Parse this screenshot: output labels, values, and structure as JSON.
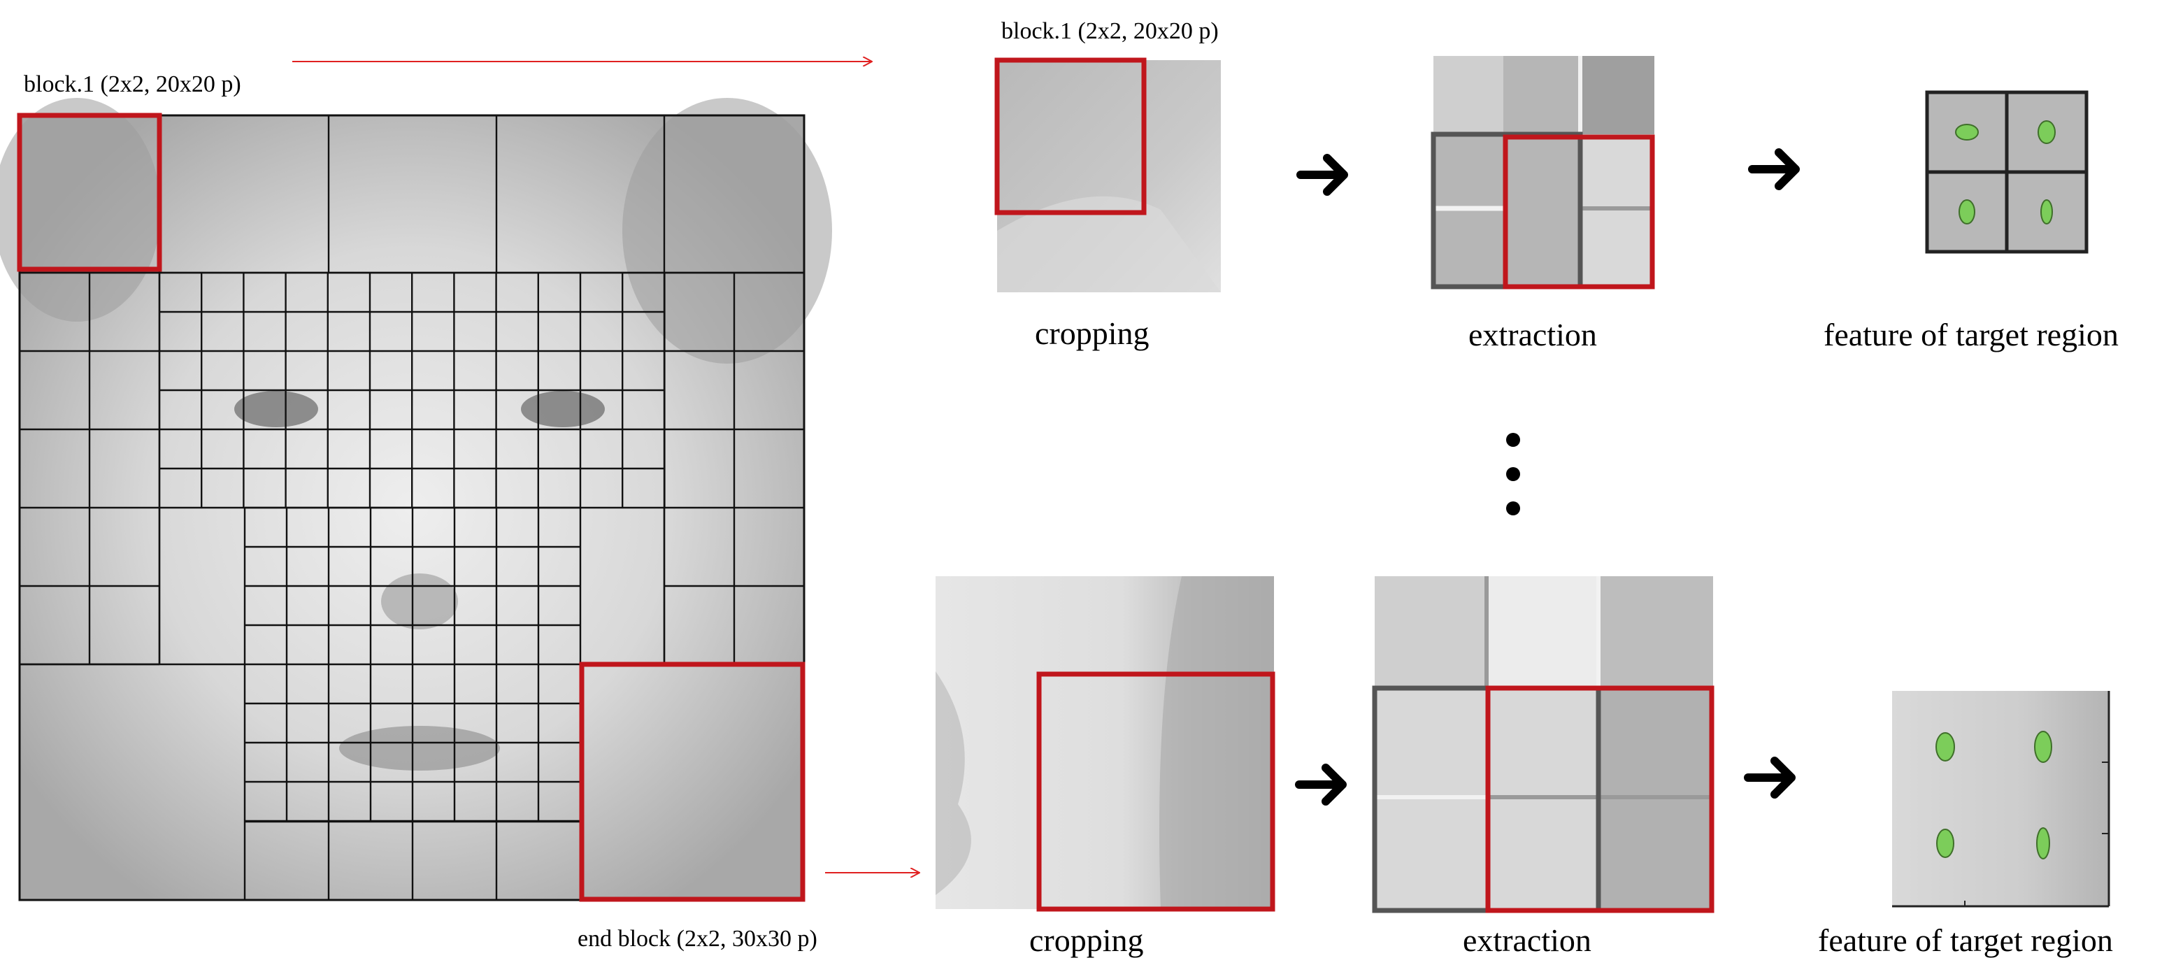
{
  "labels": {
    "block_first_left": "block.1 (2x2, 20x20 p)",
    "block_first_top": "block.1 (2x2, 20x20 p)",
    "end_block": "end block (2x2, 30x30 p)",
    "cropping_top": "cropping",
    "extraction_top": "extraction",
    "feature_top": "feature of target region",
    "cropping_bottom": "cropping",
    "extraction_bottom": "extraction",
    "feature_bottom": "feature of target region"
  },
  "colors": {
    "highlight": "#c0161c",
    "connector": "#e02020",
    "grid": "#111111",
    "face_light": "#e6e6e6",
    "face_mid": "#bdbdbd",
    "face_dark": "#9a9a9a",
    "feature_point": "#7ccd5a"
  },
  "icons": {
    "step_arrow": "right-arrow",
    "ellipsis": "vertical-dots"
  }
}
